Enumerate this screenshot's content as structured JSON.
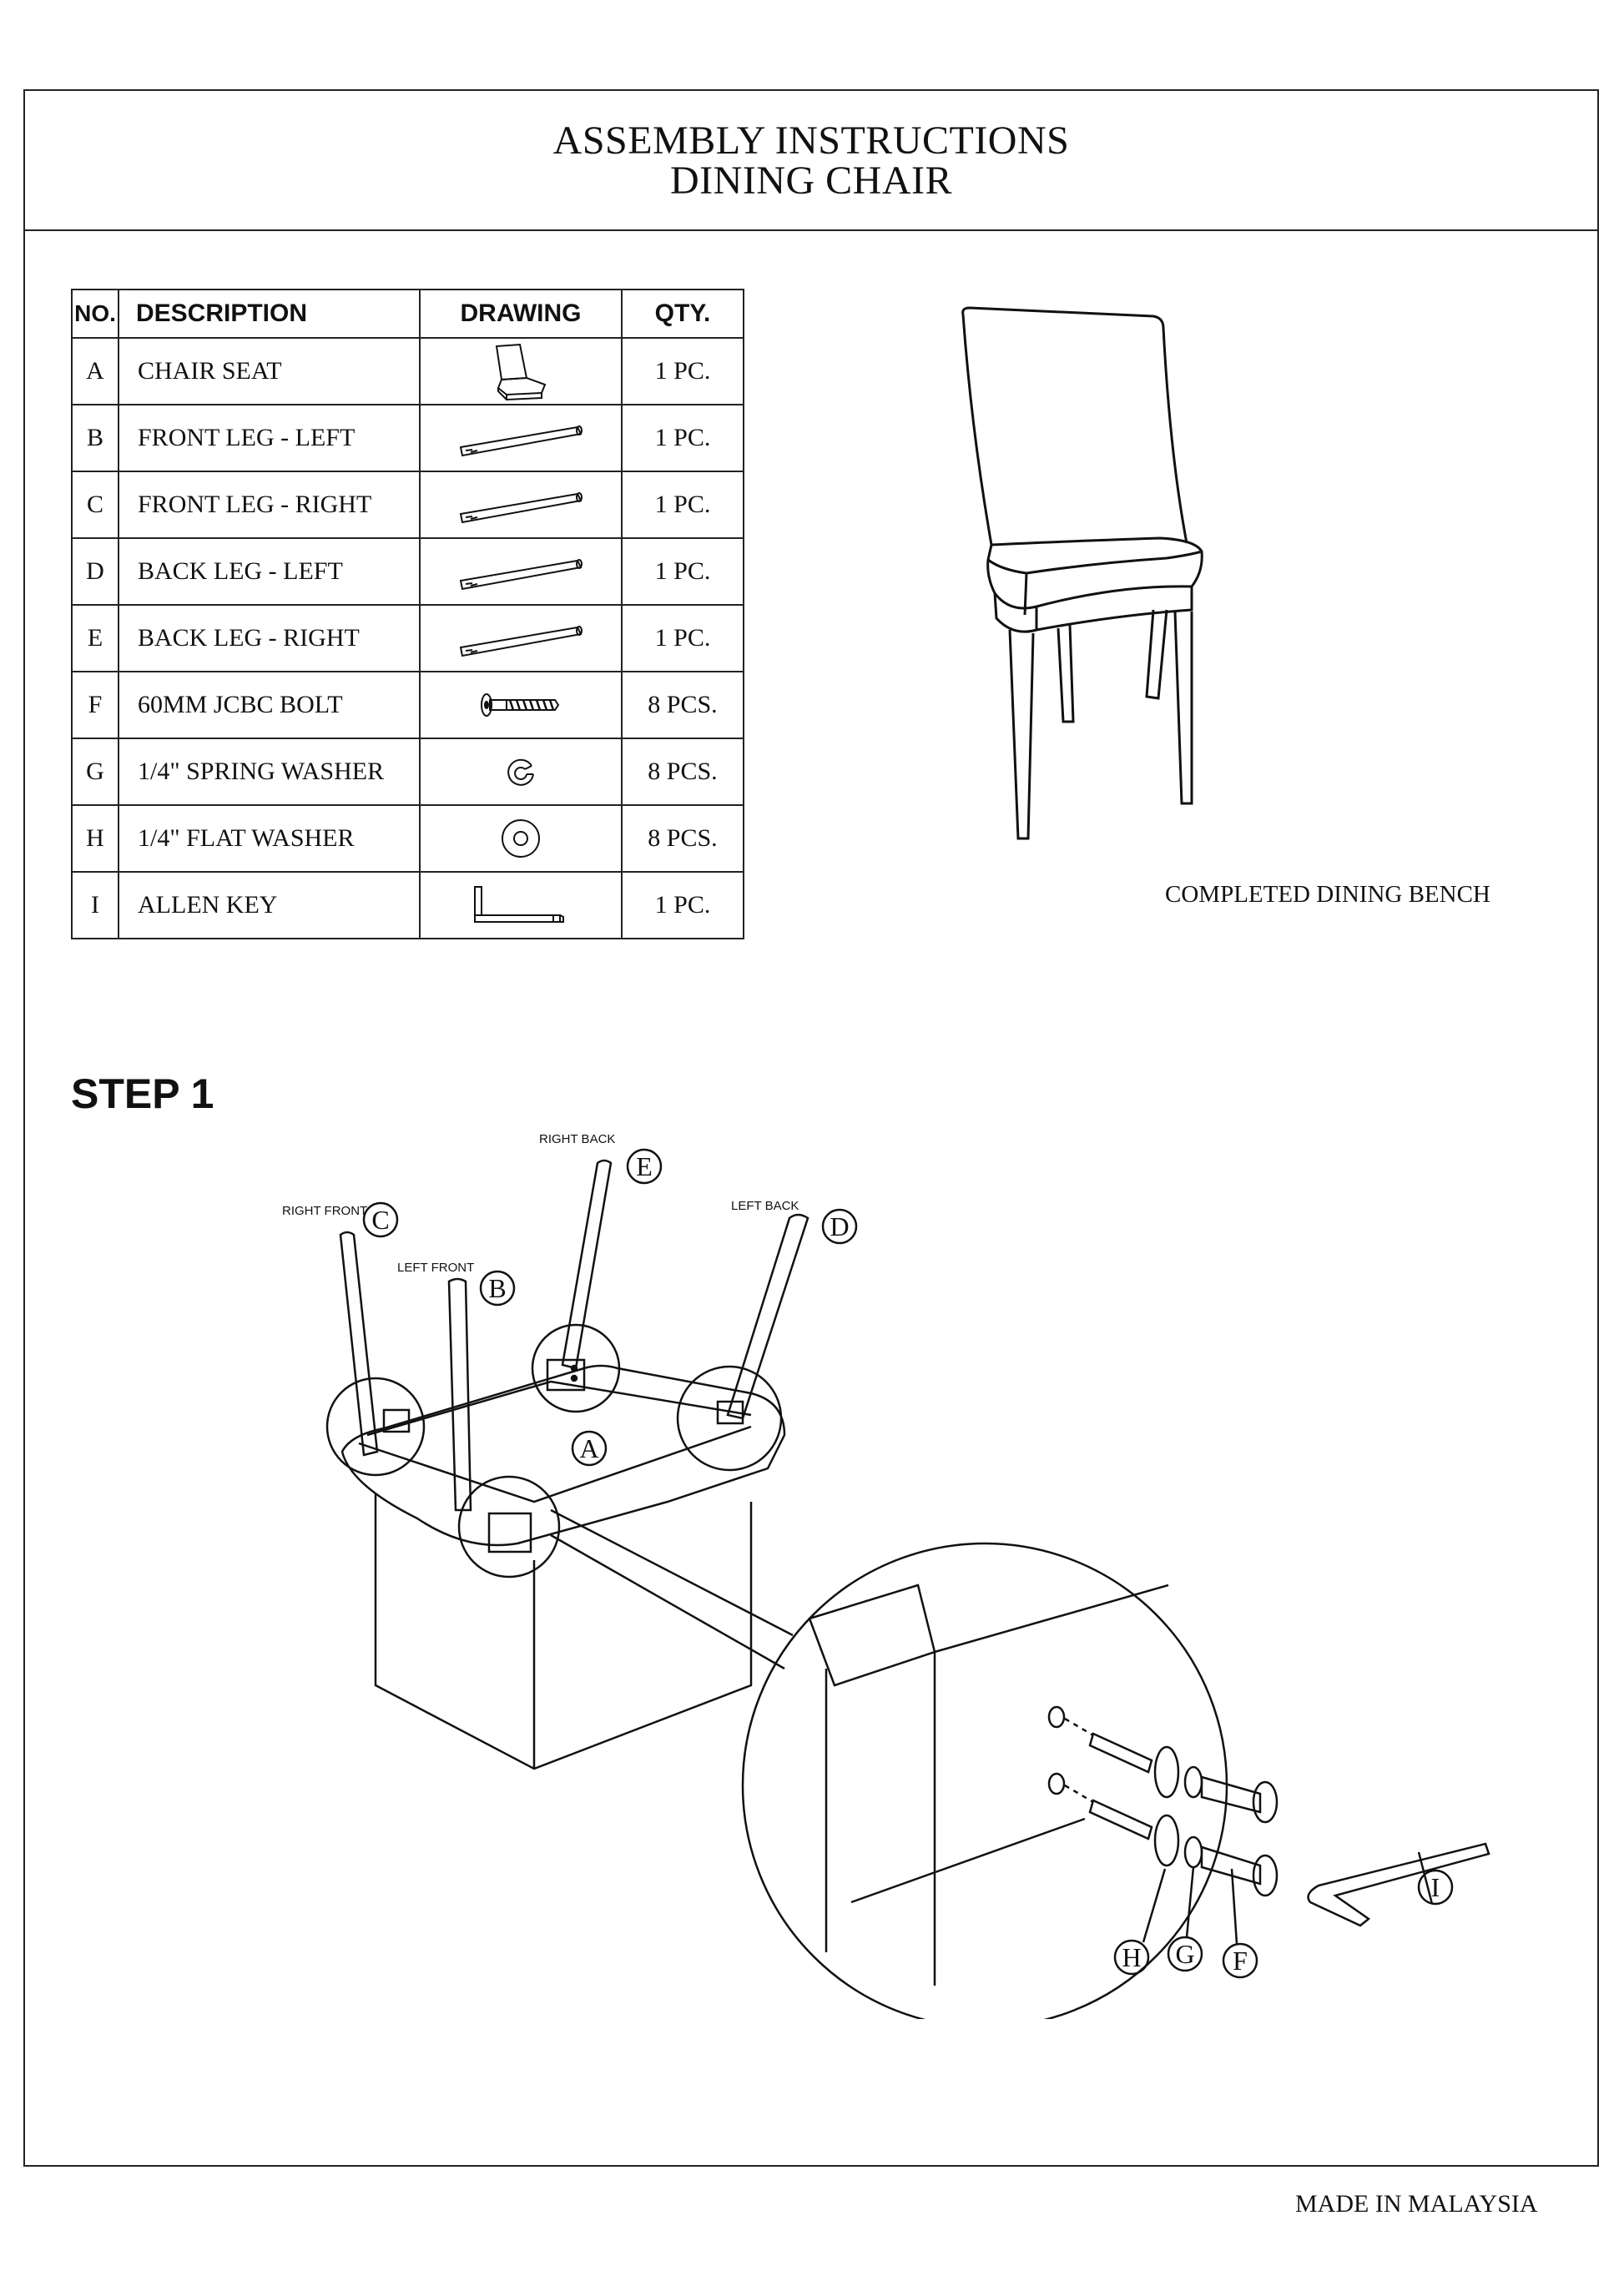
{
  "header": {
    "title_line1": "ASSEMBLY INSTRUCTIONS",
    "title_line2": "DINING CHAIR"
  },
  "parts_table": {
    "headers": {
      "no": "NO.",
      "description": "DESCRIPTION",
      "drawing": "DRAWING",
      "qty": "QTY."
    },
    "rows": [
      {
        "no": "A",
        "description": "CHAIR SEAT",
        "drawing": "chair-seat-icon",
        "qty": "1 PC."
      },
      {
        "no": "B",
        "description": "FRONT LEG - LEFT",
        "drawing": "leg-icon",
        "qty": "1 PC."
      },
      {
        "no": "C",
        "description": "FRONT LEG - RIGHT",
        "drawing": "leg-icon",
        "qty": "1 PC."
      },
      {
        "no": "D",
        "description": "BACK LEG - LEFT",
        "drawing": "leg-icon",
        "qty": "1 PC."
      },
      {
        "no": "E",
        "description": "BACK LEG - RIGHT",
        "drawing": "leg-icon",
        "qty": "1 PC."
      },
      {
        "no": "F",
        "description": "60MM JCBC BOLT",
        "drawing": "bolt-icon",
        "qty": "8 PCS."
      },
      {
        "no": "G",
        "description": "1/4\" SPRING WASHER",
        "drawing": "spring-washer-icon",
        "qty": "8 PCS."
      },
      {
        "no": "H",
        "description": "1/4\" FLAT WASHER",
        "drawing": "flat-washer-icon",
        "qty": "8 PCS."
      },
      {
        "no": "I",
        "description": "ALLEN KEY",
        "drawing": "allen-key-icon",
        "qty": "1 PC."
      }
    ]
  },
  "completed": {
    "caption": "COMPLETED DINING BENCH"
  },
  "step1": {
    "heading": "STEP 1",
    "labels": {
      "right_back": "RIGHT BACK",
      "right_front": "RIGHT FRONT",
      "left_front": "LEFT FRONT",
      "left_back": "LEFT BACK"
    },
    "callouts": {
      "a": "A",
      "b": "B",
      "c": "C",
      "d": "D",
      "e": "E",
      "f": "F",
      "g": "G",
      "h": "H",
      "i": "I"
    }
  },
  "footer": {
    "made_in": "MADE IN MALAYSIA"
  }
}
